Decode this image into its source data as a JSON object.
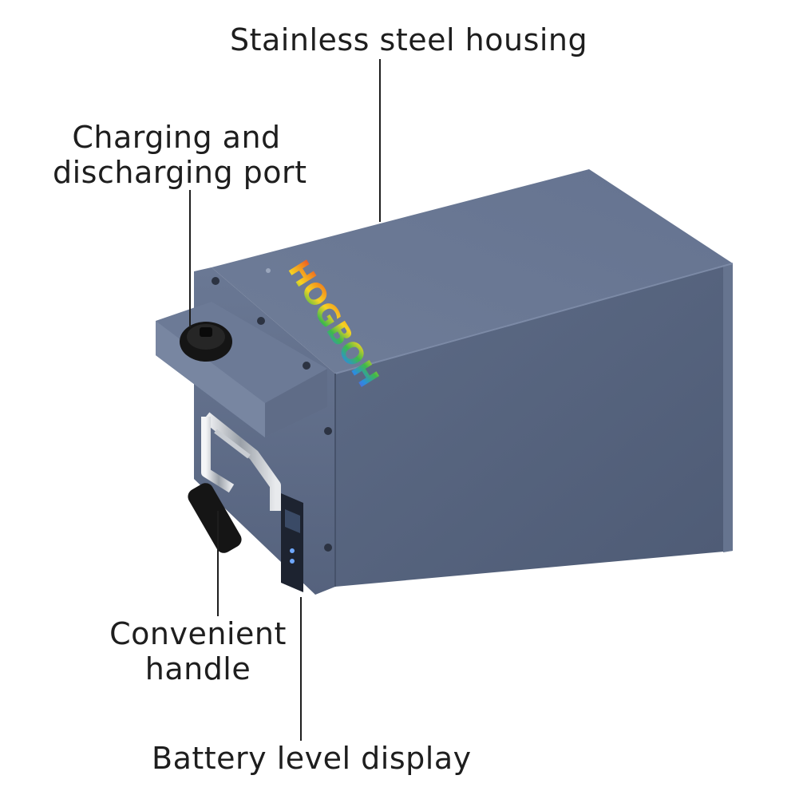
{
  "callouts": {
    "housing": "Stainless steel housing",
    "port_line1": "Charging and",
    "port_line2": "discharging port",
    "handle_line1": "Convenient",
    "handle_line2": "handle",
    "display": "Battery level display"
  },
  "product": {
    "logo_text": "HOGBOH",
    "body_color": "#5c6b85",
    "logo_colors": [
      "#e63b2e",
      "#f28c1d",
      "#f5d323",
      "#3fb94a",
      "#2b8de0",
      "#7a4bd8"
    ]
  }
}
